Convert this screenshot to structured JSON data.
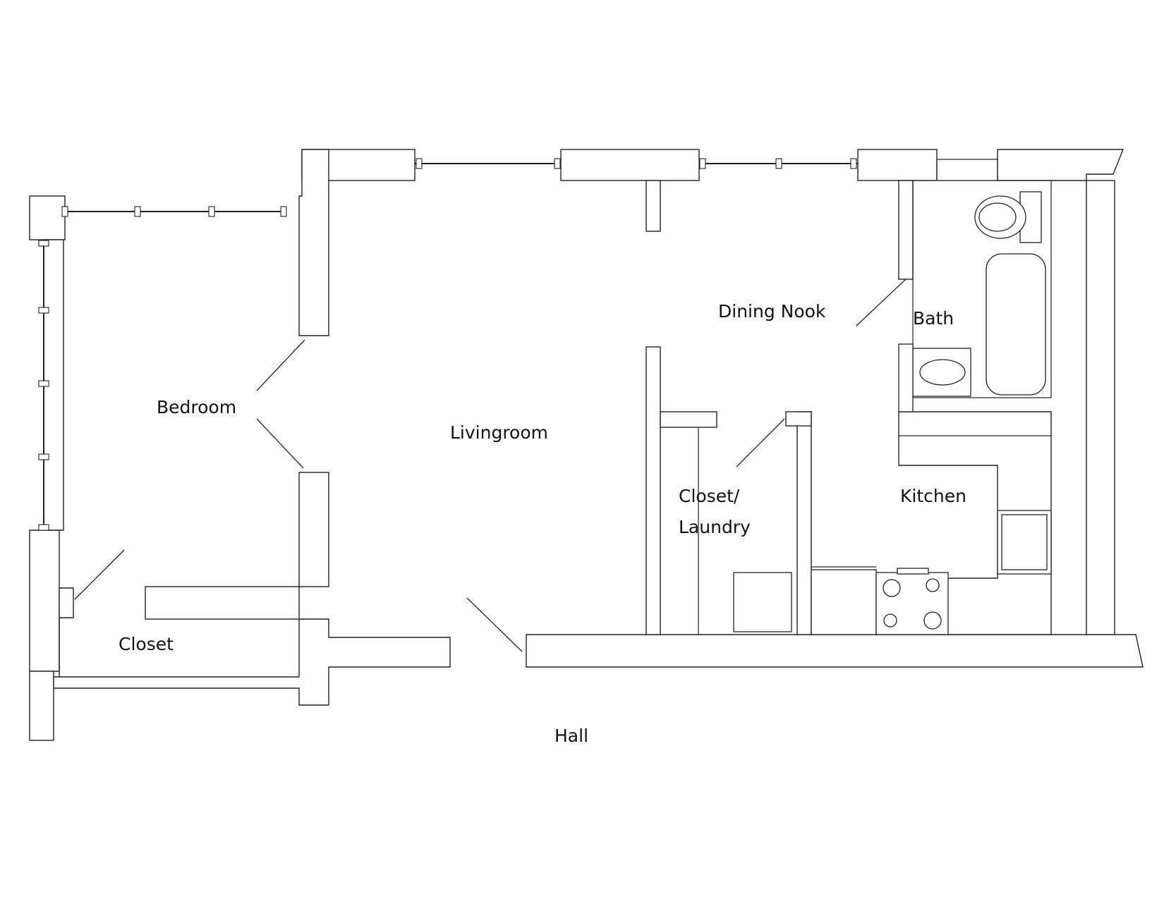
{
  "floor_plan": {
    "rooms": {
      "bedroom": "Bedroom",
      "livingroom": "Livingroom",
      "dining_nook": "Dining Nook",
      "bath": "Bath",
      "closet_laundry_line1": "Closet/",
      "closet_laundry_line2": "Laundry",
      "kitchen": "Kitchen",
      "closet": "Closet",
      "hall": "Hall"
    },
    "colors": {
      "line": "#222222",
      "background": "#ffffff"
    }
  }
}
